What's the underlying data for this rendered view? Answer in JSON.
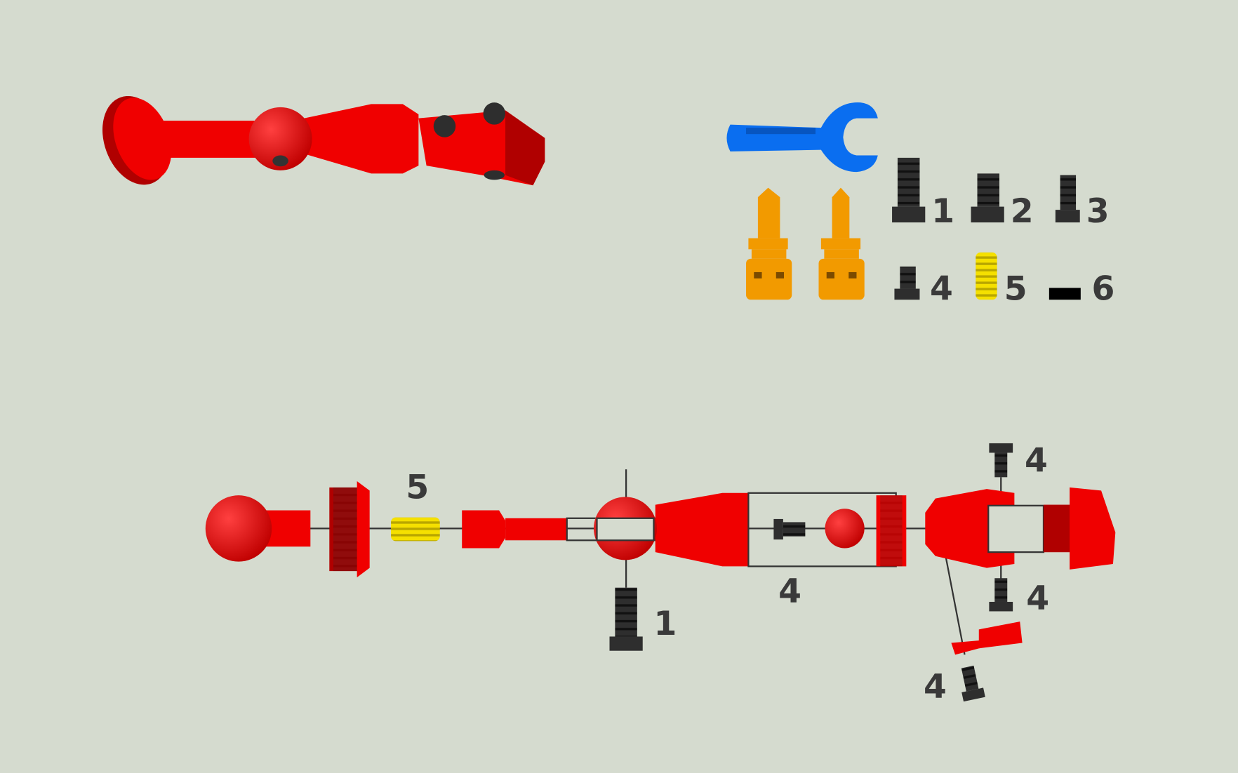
{
  "diagram": {
    "colors": {
      "background": "#d5dbcf",
      "body": "#f00000",
      "wrench": "#0a6ef0",
      "bits": "#f29a00",
      "spring": "#f5e000",
      "screws": "#2e2e2e",
      "labels": "#3a3a3a"
    },
    "parts_legend": [
      {
        "label": "1",
        "part": "screw-long"
      },
      {
        "label": "2",
        "part": "screw-medium"
      },
      {
        "label": "3",
        "part": "screw-slim"
      },
      {
        "label": "4",
        "part": "screw-short"
      },
      {
        "label": "5",
        "part": "spring"
      },
      {
        "label": "6",
        "part": "spacer-block"
      }
    ],
    "exploded_labels": {
      "spring": "5",
      "ball_screw": "1",
      "joint_group": "4",
      "bracket_top": "4",
      "bracket_bottom": "4",
      "lever_screw": "4"
    }
  }
}
